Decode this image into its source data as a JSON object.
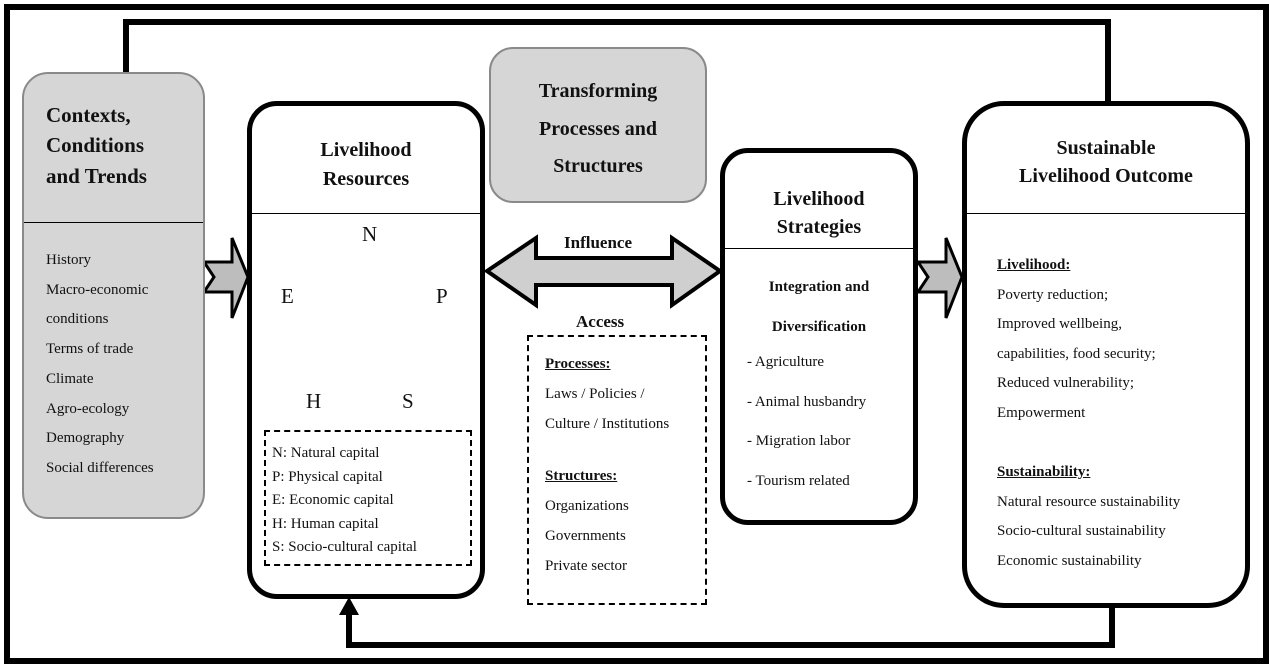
{
  "context": {
    "title_lines": [
      "Contexts,",
      "Conditions",
      "and Trends"
    ],
    "items": [
      "History",
      "Macro-economic",
      "conditions",
      "Terms of trade",
      "Climate",
      "Agro-ecology",
      "Demography",
      "Social differences"
    ]
  },
  "resources": {
    "title_lines": [
      "Livelihood",
      "Resources"
    ],
    "pentagon": {
      "n": "N",
      "p": "P",
      "e": "E",
      "h": "H",
      "s": "S"
    },
    "legend": [
      "N: Natural capital",
      "P: Physical capital",
      "E: Economic capital",
      "H: Human capital",
      "S: Socio-cultural capital"
    ]
  },
  "transforming": {
    "title_lines": [
      "Transforming",
      "Processes and",
      "Structures"
    ],
    "influence": "Influence",
    "access": "Access",
    "processes_heading": "Processes:",
    "processes": [
      "Laws / Policies /",
      "Culture / Institutions"
    ],
    "structures_heading": "Structures:",
    "structures": [
      "Organizations",
      "Governments",
      "Private sector"
    ]
  },
  "strategies": {
    "title_lines": [
      "Livelihood",
      "Strategies"
    ],
    "subtitle_lines": [
      "Integration and",
      "Diversification"
    ],
    "items": [
      "- Agriculture",
      "- Animal husbandry",
      "- Migration labor",
      "- Tourism related"
    ]
  },
  "outcome": {
    "title_lines": [
      "Sustainable",
      "Livelihood Outcome"
    ],
    "livelihood_heading": "Livelihood:",
    "livelihood_items": [
      "Poverty reduction;",
      "Improved wellbeing,",
      "capabilities, food security;",
      "Reduced vulnerability;",
      "Empowerment"
    ],
    "sustainability_heading": "Sustainability:",
    "sustainability_items": [
      "Natural resource sustainability",
      "Socio-cultural sustainability",
      "Economic sustainability"
    ]
  }
}
